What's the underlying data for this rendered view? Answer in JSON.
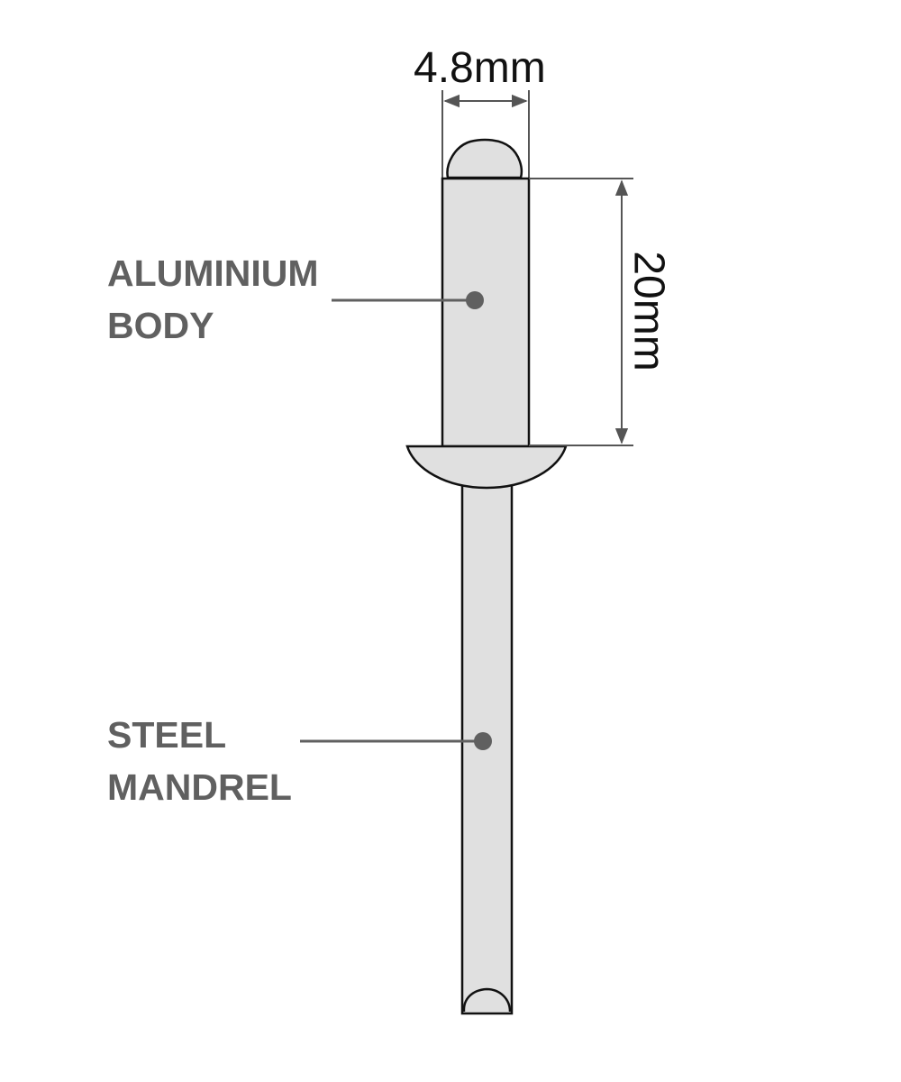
{
  "labels": {
    "body": {
      "line1": "ALUMINIUM",
      "line2": "BODY"
    },
    "mandrel": {
      "line1": "STEEL",
      "line2": "MANDREL"
    }
  },
  "dimensions": {
    "width": "4.8mm",
    "length": "20mm"
  },
  "colors": {
    "fill": "#e0e0e0",
    "outline": "#111111",
    "label_text": "#606060",
    "leader": "#606060",
    "dimension_line": "#555555"
  }
}
